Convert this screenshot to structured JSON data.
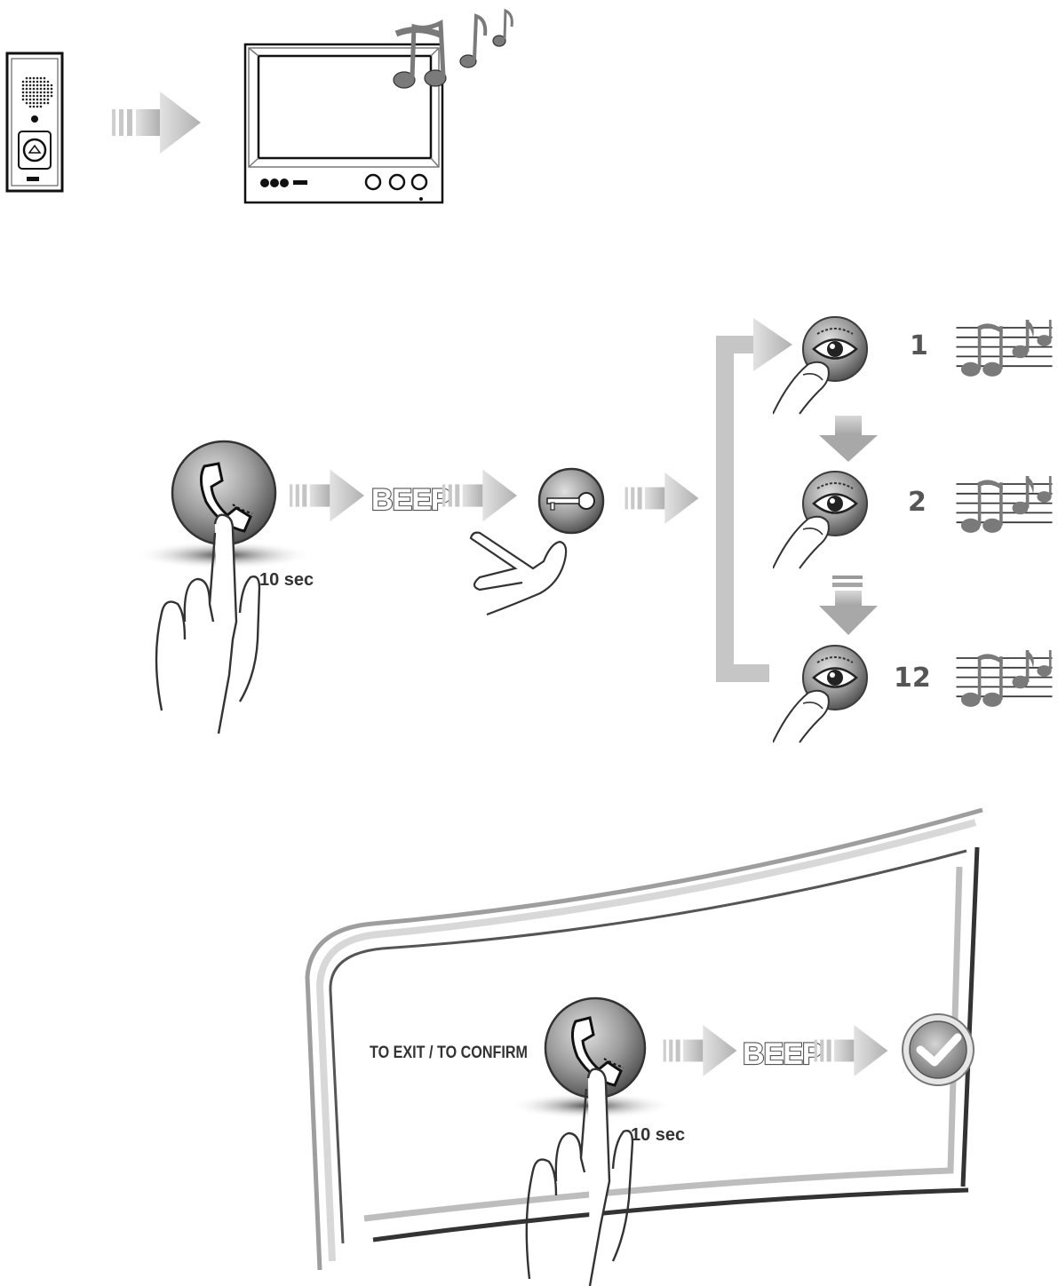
{
  "step2": {
    "beep_label": "BEEP",
    "hold_time_label": "10 sec",
    "melody_numbers": [
      "1",
      "2",
      "12"
    ]
  },
  "step3": {
    "exit_label": "TO EXIT / TO CONFIRM",
    "beep_label": "BEEP",
    "hold_time_label": "10 sec"
  },
  "colors": {
    "arrow_gray": "#c8c8c8",
    "button_gray": "#8c8c8c",
    "note_gray": "#7a7a7a"
  }
}
